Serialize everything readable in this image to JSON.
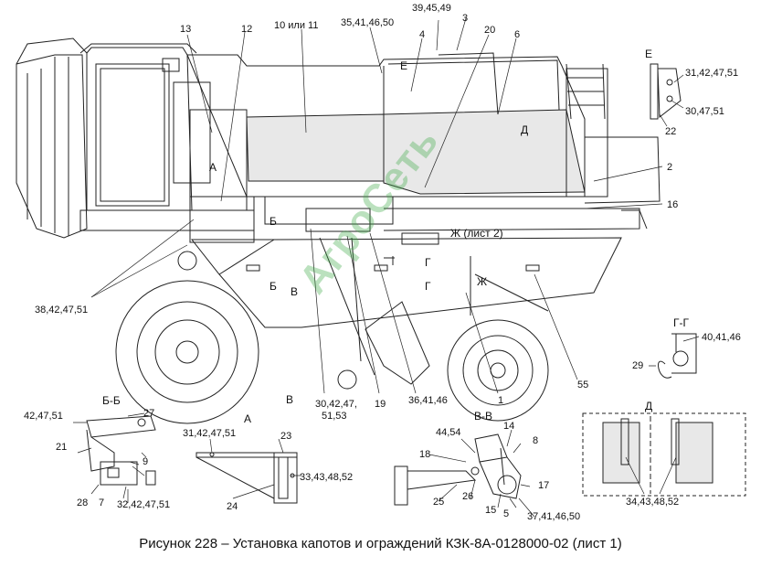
{
  "caption": "Рисунок 228 – Установка капотов и ограждений КЗК-8А-0128000-02 (лист 1)",
  "watermark": "АгроСеть",
  "colors": {
    "line": "#222222",
    "hood": "#e8e8e8",
    "watermark": "#3caa46"
  },
  "main_labels": {
    "l13": "13",
    "l12": "12",
    "l10": "10 или 11",
    "l35": "35,41,46,50",
    "l39": "39,45,49",
    "l3": "3",
    "l4": "4",
    "l20": "20",
    "l6": "6",
    "lE_top": "Е",
    "lD_top": "Д",
    "lA_main": "А",
    "lB_main": "Б",
    "lB2_main": "Б",
    "lV_main": "В",
    "lV2_main": "В",
    "lG_main": "Г",
    "lG2_main": "Г",
    "lZh_main": "Ж (лист 2)",
    "lZh2_main": "Ж",
    "l2": "2",
    "l16": "16",
    "l38": "38,42,47,51",
    "l30": "30,42,47,",
    "l51": "51,53",
    "l19": "19",
    "l36": "36,41,46",
    "l1": "1",
    "l55": "55"
  },
  "view_E": {
    "title": "Е",
    "l31": "31,42,47,51",
    "l30": "30,47,51",
    "l22": "22"
  },
  "view_GG": {
    "title": "Г-Г",
    "l40": "40,41,46",
    "l29": "29"
  },
  "view_BB": {
    "title": "Б-Б",
    "l42": "42,47,51",
    "l27": "27",
    "l21": "21",
    "l9": "9",
    "l28": "28",
    "l7": "7",
    "l32": "32,42,47,51"
  },
  "view_A": {
    "title": "А",
    "l31": "31,42,47,51",
    "l23": "23",
    "l33": "33,43,48,52",
    "l24": "24"
  },
  "view_VV": {
    "title": "В-В",
    "l44": "44,54",
    "l14": "14",
    "l18": "18",
    "l8": "8",
    "l25": "25",
    "l26": "26",
    "l15": "15",
    "l5": "5",
    "l17": "17",
    "l37": "37,41,46,50"
  },
  "view_D": {
    "title": "Д",
    "l34": "34,43,48,52"
  }
}
